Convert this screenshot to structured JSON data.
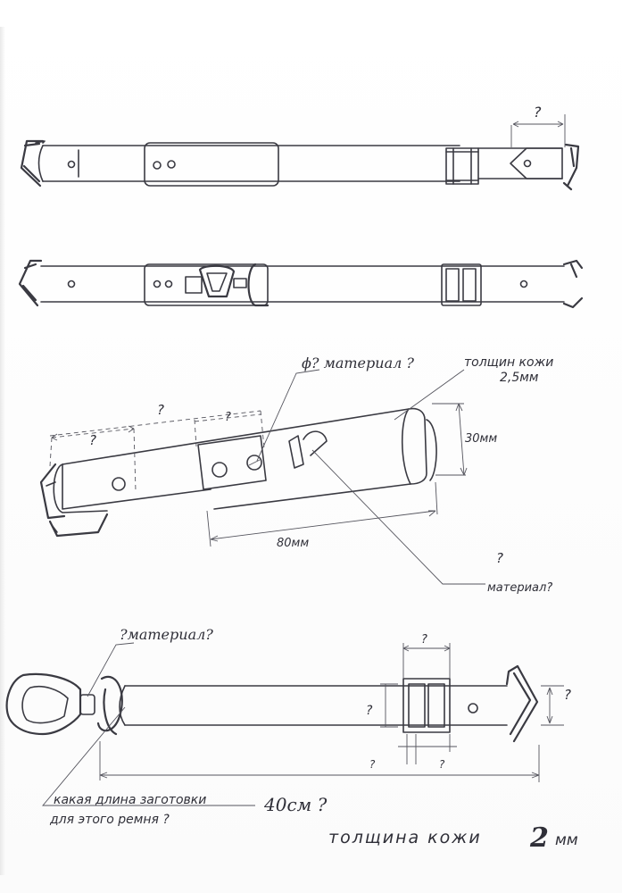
{
  "labels": {
    "top_dim_q": "?",
    "material_hole": "ϕ? материал ?",
    "leather_thickness_top": "толщин кожи",
    "leather_thickness_top_value": "2,5мм",
    "dim_30mm": "30мм",
    "dim_q_outer": "?",
    "dim_q_left": "?",
    "dim_q_middle": "?",
    "dim_80mm": "80мм",
    "material_q_right_mark": "?",
    "material_q_right": "материал?",
    "material_bottom_left": "?материал?",
    "bottom_dim_q_top": "?",
    "bottom_dim_q_right": "?",
    "bottom_dim_q_left_vertical": "?",
    "bottom_dim_q_small_left": "?",
    "bottom_dim_q_small_right": "?",
    "blank_length_question_line1": "какая длина заготовки",
    "blank_length_question_line2": "для этого ремня ?",
    "length_40cm": "40см ?",
    "leather_thickness_bottom": "толщина кожи",
    "leather_thickness_bottom_value": "2",
    "leather_thickness_bottom_unit": "мм"
  }
}
